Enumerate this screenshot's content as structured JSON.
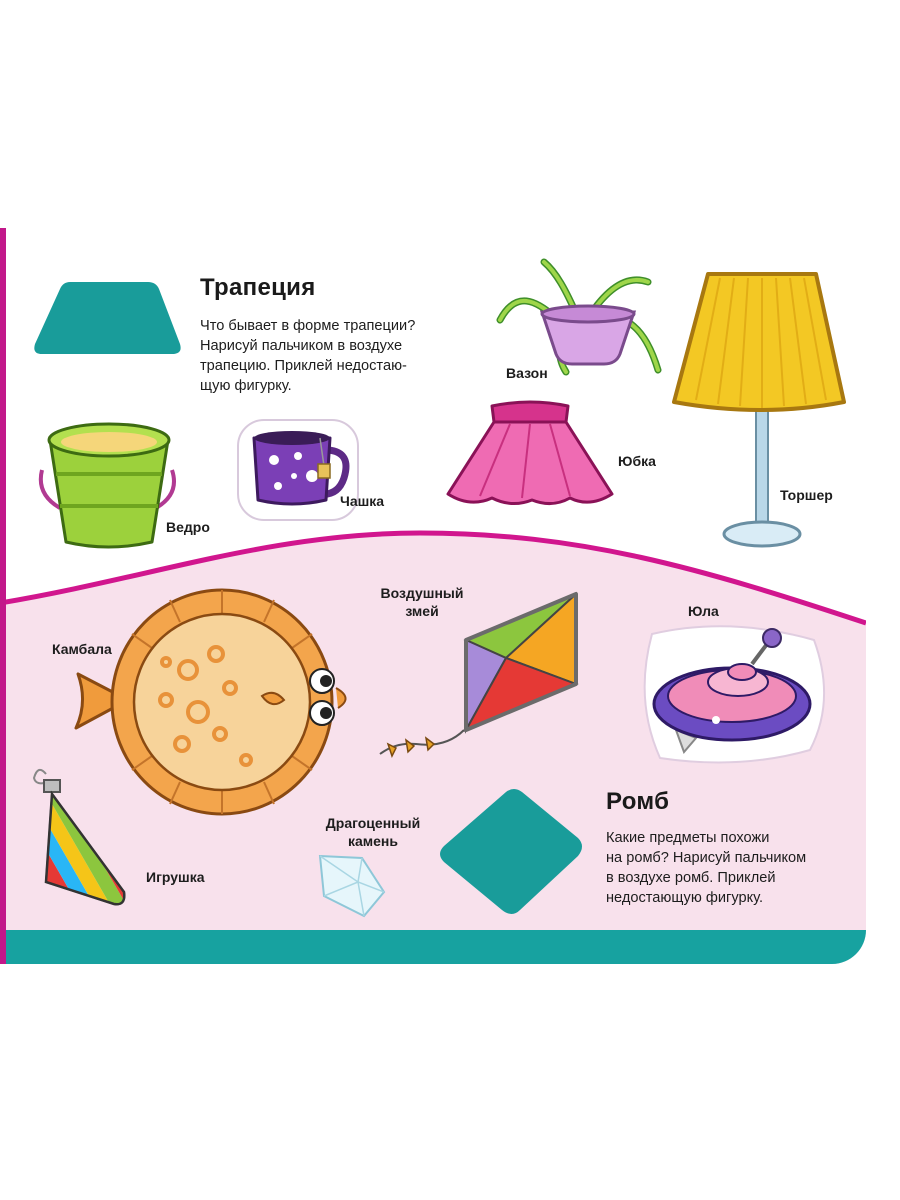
{
  "trapezoid": {
    "title": "Трапеция",
    "text": [
      "Что бывает в форме трапеции?",
      "Нарисуй пальчиком в воздухе",
      "трапецию. Приклей недостаю-",
      "щую фигурку."
    ]
  },
  "rhombus": {
    "title": "Ромб",
    "text": [
      "Какие предметы похожи",
      "на ромб? Нарисуй пальчиком",
      "в воздухе ромб. Приклей",
      "недостающую фигурку."
    ]
  },
  "labels": {
    "vase": "Вазон",
    "skirt": "Юбка",
    "lamp": "Торшер",
    "bucket": "Ведро",
    "cup": "Чашка",
    "kite": [
      "Воздушный",
      "змей"
    ],
    "top": "Юла",
    "flounder": "Камбала",
    "gem": [
      "Драгоценный",
      "камень"
    ],
    "ornament": "Игрушка"
  },
  "colors": {
    "teal": "#199c9a",
    "magenta": "#d1168e",
    "pink_bg": "#f8e1ec",
    "bottom_band": "#17a2a0"
  }
}
